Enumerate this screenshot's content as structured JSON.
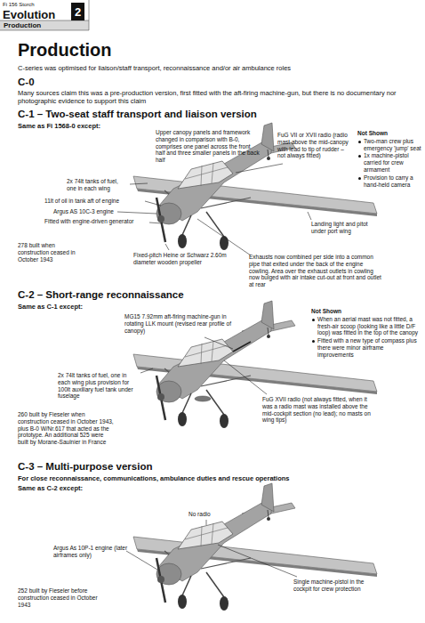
{
  "diagram": {
    "title": "Production",
    "nodes": [
      {
        "text": [
          "2"
        ]
      }
    ],
    "labels": [
      "Fi 156 Storch",
      "Evolution",
      "Production",
      "C-series was optimised for liaison/staff transport, reconnaissance and/or air ambulance roles",
      "C-0",
      "Many sources claim this was a pre-production version, first fitted with the aft-firing machine-gun, but there is no documentary nor photographic evidence to support this claim",
      "C-1 – Two-seat staff transport and liaison version",
      "Same as Fi 1568-0 except:",
      "Upper canopy panels and framework changed in comparison with B-0, comprises one panel across the front half and three smaller panels in the back half",
      "FuG VII or XVII radio (radio mast above the mid-canopy with lead to tip of rudder – not always fitted)",
      "Not Shown",
      "Two-man crew plus emergency 'jump' seat",
      "1x machine-pistol carried for crew armament",
      "Provision to carry a hand-held camera",
      "2x 74lt tanks of fuel, one in each wing",
      "11lt of oil in tank aft of engine",
      "Argus AS 10C-3 engine",
      "Fitted with engine-driven generator",
      "Landing light and pitot under port wing",
      "278 built when construction ceased in October 1943",
      "Fixed-pitch Heine or Schwarz 2.60m diameter wooden propeller",
      "Exhausts now combined per side into a common pipe that exited under the back of the engine cowling. Area over the exhaust outlets in cowling now bulged with air intake cut-out at front and outlet at rear",
      "C-2 – Short-range reconnaissance",
      "Same as C-1 except:",
      "MG15 7.92mm aft-firing machine-gun in rotating LLK mount (revised rear profile of canopy)",
      "Not Shown",
      "When an aerial mast was not fitted, a fresh-air scoop (looking like a little D/F loop) was fitted in the top of the canopy",
      "Fitted with a new type of compass plus there were minor airframe improvements",
      "2x 74lt tanks of fuel, one in each wing plus provision for 100lt auxiliary fuel tank under fuselage",
      "FuG XVII radio (not always fitted, when it was a radio mast was installed above the mid-cockpit section (no lead); no masts on wing tips)",
      "260 built by Fieseler when construction ceased in October 1943, plus B-0 W/Nr.617 that acted as the prototype. An additional 525 were built by Morane-Saulnier in France",
      "C-3 – Multi-purpose version",
      "For close reconnaissance, communications, ambulance duties and rescue operations",
      "Same as C-2 except:",
      "No radio",
      "Single machine-pistol in the cockpit for crew protection",
      "Argus As 10P-1 engine (later airframes only)",
      "252 built by Fieseler before construction ceased in October 1943"
    ]
  }
}
